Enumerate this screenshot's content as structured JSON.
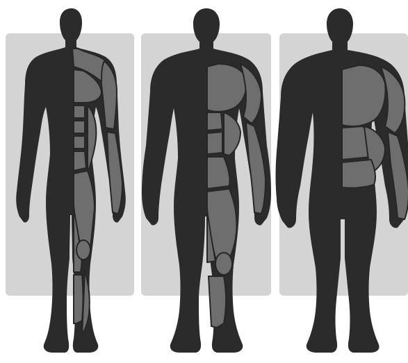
{
  "figure": {
    "panels": [
      {
        "id": "ectomorph"
      },
      {
        "id": "mesomorph"
      },
      {
        "id": "endomorph"
      }
    ]
  },
  "colors": {
    "page_background": "#ffffff",
    "panel_background": "#d4d4d4",
    "silhouette": "#2b2b2b",
    "muscle_fill": "#6e6e6e",
    "muscle_outline": "#262626"
  },
  "icons": [
    "human-silhouette-icon",
    "muscle-anatomy-icon"
  ]
}
